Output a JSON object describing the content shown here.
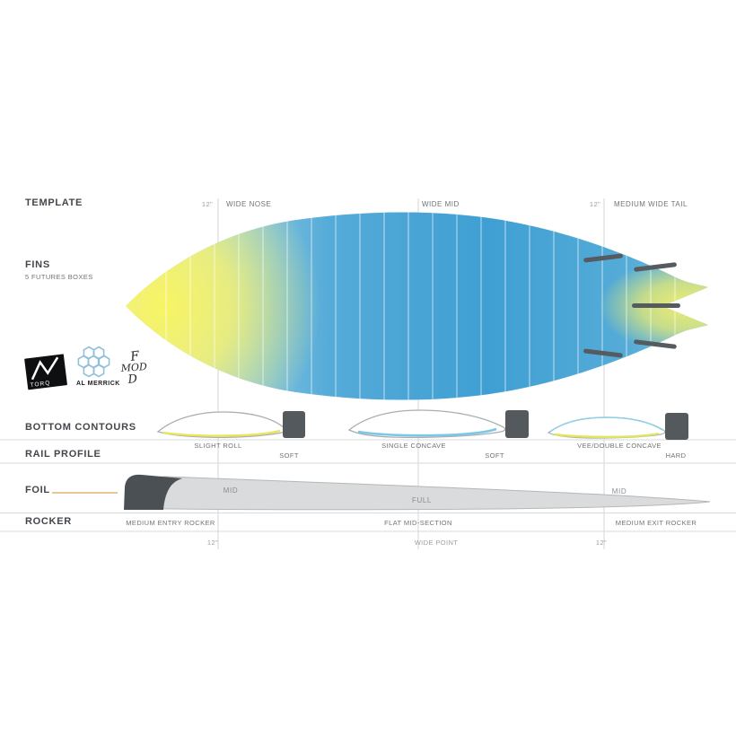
{
  "palette": {
    "board_blue": "#3f9fd3",
    "board_yellow": "#f4f06a",
    "grid_line": "#d4d4d4",
    "block_dark": "#54595e",
    "foil_gray": "#d9dbdc",
    "tail_dark": "#4b5055",
    "accent_orange": "#d8a55e",
    "hex_blue": "#8fc0d8"
  },
  "sections": {
    "template": {
      "label": "TEMPLATE"
    },
    "fins": {
      "label": "FINS",
      "sub": "5 FUTURES BOXES"
    },
    "bottom_contours": {
      "label": "BOTTOM CONTOURS"
    },
    "rail_profile": {
      "label": "RAIL PROFILE"
    },
    "foil": {
      "label": "FOIL"
    },
    "rocker": {
      "label": "ROCKER"
    }
  },
  "top_labels": {
    "nose_dim": "12\"",
    "nose": "WIDE NOSE",
    "mid": "WIDE MID",
    "tail_dim": "12\"",
    "tail": "MEDIUM WIDE TAIL"
  },
  "contours": [
    "SLIGHT ROLL",
    "SINGLE CONCAVE",
    "VEE/DOUBLE CONCAVE"
  ],
  "rails": [
    "SOFT",
    "SOFT",
    "HARD"
  ],
  "foil_labels": [
    "MID",
    "FULL",
    "MID"
  ],
  "rocker_labels": [
    "MEDIUM ENTRY ROCKER",
    "FLAT MID-SECTION",
    "MEDIUM EXIT ROCKER"
  ],
  "bottom_labels": {
    "left_dim": "12\"",
    "wide_point": "WIDE POINT",
    "right_dim": "12\""
  },
  "logos": {
    "brand": "TORQ",
    "shaper": "AL MERRICK",
    "model_lines": [
      "F",
      "MOD",
      "D"
    ]
  }
}
